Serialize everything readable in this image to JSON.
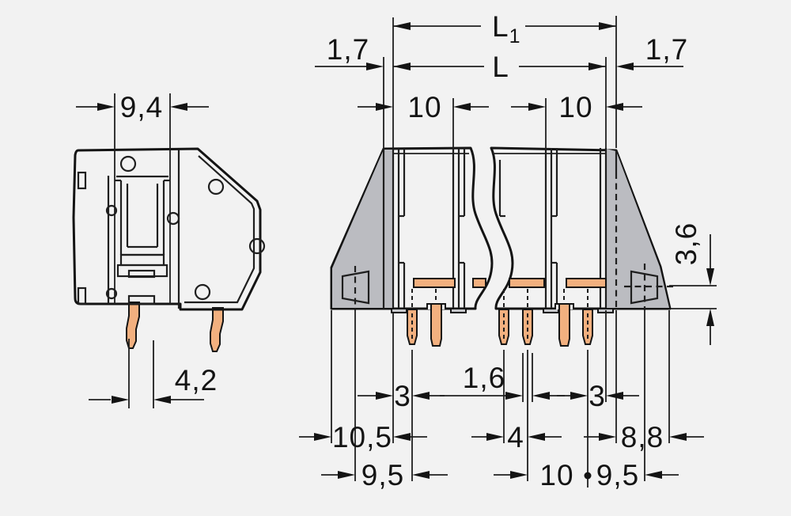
{
  "drawing": {
    "type": "terminal-block dimensional drawing",
    "colors": {
      "background": "#f2f2f2",
      "body_gray": "#c6c7cb",
      "body_gray_dark": "#babbc0",
      "copper": "#f2b07f",
      "line": "#141414"
    },
    "side_view": {
      "dim_top_width": "9,4",
      "dim_pin_offset": "4,2"
    },
    "front_view": {
      "dim_overall_main": "L",
      "dim_overall_sub": "1",
      "dim_length": "L",
      "dim_end_left": "1,7",
      "dim_end_right": "1,7",
      "dim_pitch_top_left": "10",
      "dim_pitch_top_right": "10",
      "dim_foot_height": "3,6",
      "dim_pin_inset_left": "3",
      "dim_pin_width": "1,6",
      "dim_pin_inset_right": "3",
      "dim_edge_left": "10,5",
      "dim_pin_pair": "4",
      "dim_edge_right": "8,8",
      "dim_foot_to_pin_left": "9,5",
      "dim_bottom_pitch": "10",
      "dim_foot_to_pin_right": "9,5"
    }
  }
}
